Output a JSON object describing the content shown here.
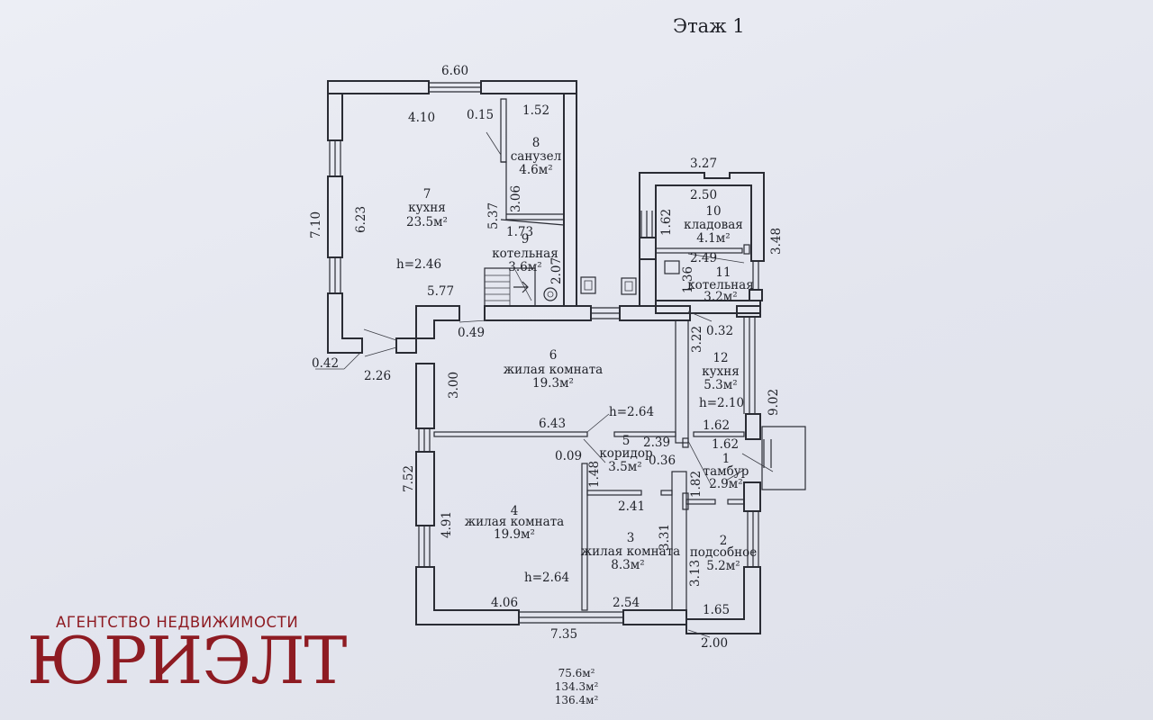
{
  "title": "Этаж 1",
  "rooms": [
    {
      "num": "1",
      "name": "тамбур",
      "area": "2.9м²"
    },
    {
      "num": "2",
      "name": "подсобное",
      "area": "5.2м²"
    },
    {
      "num": "3",
      "name": "жилая комната",
      "area": "8.3м²"
    },
    {
      "num": "4",
      "name": "жилая комната",
      "area": "19.9м²"
    },
    {
      "num": "5",
      "name": "коридор",
      "area": "3.5м²"
    },
    {
      "num": "6",
      "name": "жилая комната",
      "area": "19.3м²"
    },
    {
      "num": "7",
      "name": "кухня",
      "area": "23.5м²"
    },
    {
      "num": "8",
      "name": "санузел",
      "area": "4.6м²"
    },
    {
      "num": "9",
      "name": "котельная",
      "area": "3.6м²"
    },
    {
      "num": "10",
      "name": "кладовая",
      "area": "4.1м²"
    },
    {
      "num": "11",
      "name": "котельная",
      "area": "3.2м²"
    },
    {
      "num": "12",
      "name": "кухня",
      "area": "5.3м²"
    }
  ],
  "heights": [
    "h=2.46",
    "h=2.64",
    "h=2.10",
    "h=2.64"
  ],
  "dims": [
    "6.60",
    "4.10",
    "0.15",
    "1.52",
    "3.06",
    "5.37",
    "1.73",
    "2.07",
    "7.10",
    "6.23",
    "5.77",
    "0.49",
    "0.42",
    "2.26",
    "3.27",
    "2.50",
    "1.62",
    "3.48",
    "2.49",
    "1.36",
    "0.32",
    "3.22",
    "9.02",
    "3.00",
    "6.43",
    "2.39",
    "1.62",
    "1.62",
    "0.09",
    "1.48",
    "0.36",
    "1.82",
    "7.52",
    "4.91",
    "2.41",
    "3.31",
    "3.13",
    "4.06",
    "2.54",
    "1.65",
    "7.35",
    "2.00"
  ],
  "totals": [
    "75.6м²",
    "134.3м²",
    "136.4м²"
  ],
  "brand": {
    "subtitle": "АГЕНТСТВО НЕДВИЖИМОСТИ",
    "name": "ЮРИЭЛТ",
    "color": "#8e1b22"
  }
}
